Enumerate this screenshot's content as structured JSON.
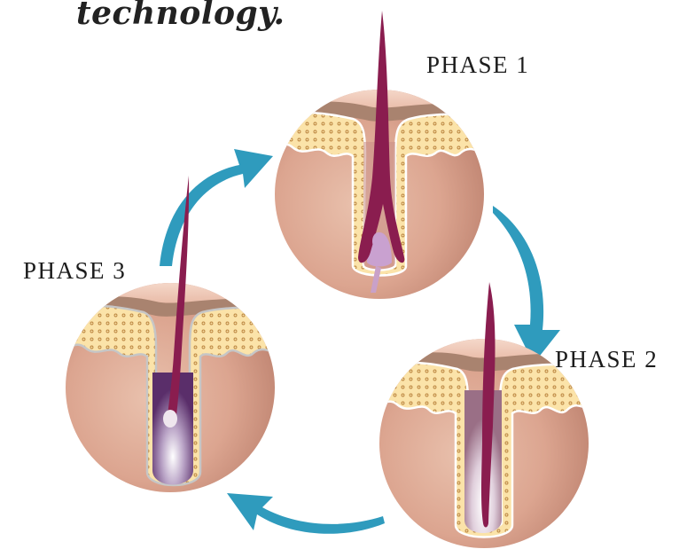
{
  "heading": "technology.",
  "phases": [
    {
      "label": "PHASE 1"
    },
    {
      "label": "PHASE 2"
    },
    {
      "label": "PHASE 3"
    }
  ],
  "colors": {
    "arrow": "#2f9bbd",
    "hair_shaft": "#8a1d4f",
    "fat_layer": "#fbe2a8",
    "skin": "#d9a48e"
  }
}
